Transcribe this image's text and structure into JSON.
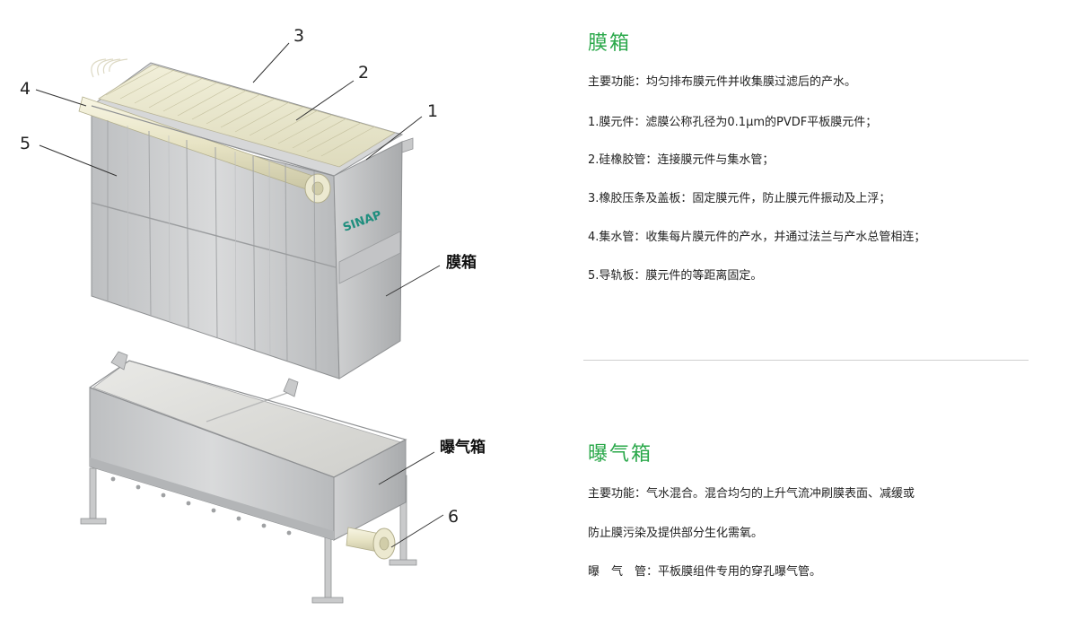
{
  "diagram": {
    "callouts": [
      "1",
      "2",
      "3",
      "4",
      "5",
      "6"
    ],
    "part_labels": {
      "membrane_box": "膜箱",
      "aeration_box": "曝气箱"
    },
    "logo": "SINAP"
  },
  "sections": {
    "membrane": {
      "title": "膜箱",
      "lines": [
        "主要功能：均匀排布膜元件并收集膜过滤后的产水。",
        "1.膜元件：滤膜公称孔径为0.1μm的PVDF平板膜元件；",
        "2.硅橡胶管：连接膜元件与集水管；",
        "3.橡胶压条及盖板：固定膜元件，防止膜元件振动及上浮；",
        "4.集水管：收集每片膜元件的产水，并通过法兰与产水总管相连；",
        "5.导轨板：膜元件的等距离固定。"
      ]
    },
    "aeration": {
      "title": "曝气箱",
      "lines": [
        "主要功能：气水混合。混合均匀的上升气流冲刷膜表面、减缓或",
        "防止膜污染及提供部分生化需氧。",
        "曝　气　管：平板膜组件专用的穿孔曝气管。"
      ]
    }
  },
  "colors": {
    "accent": "#2aa84a",
    "logo": "#1f8e7e"
  }
}
